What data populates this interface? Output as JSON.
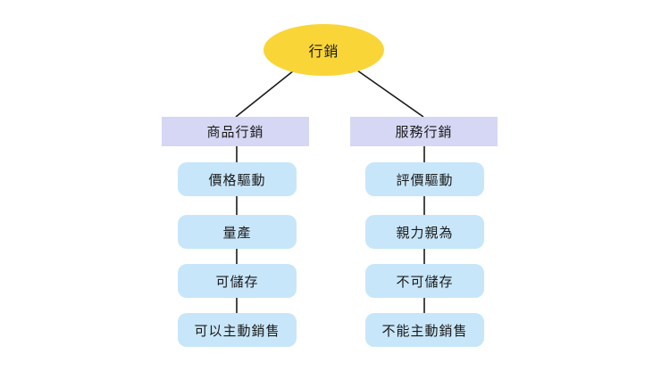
{
  "colors": {
    "root_fill": "#f9d537",
    "branch_fill": "#d6d7f4",
    "leaf_fill": "#c8e6f9",
    "connector": "#1a1a1a",
    "text": "#1a1a1a"
  },
  "root": {
    "label": "行銷"
  },
  "branches": [
    {
      "label": "商品行銷",
      "items": [
        "價格驅動",
        "量產",
        "可儲存",
        "可以主動銷售"
      ]
    },
    {
      "label": "服務行銷",
      "items": [
        "評價驅動",
        "親力親為",
        "不可儲存",
        "不能主動銷售"
      ]
    }
  ]
}
